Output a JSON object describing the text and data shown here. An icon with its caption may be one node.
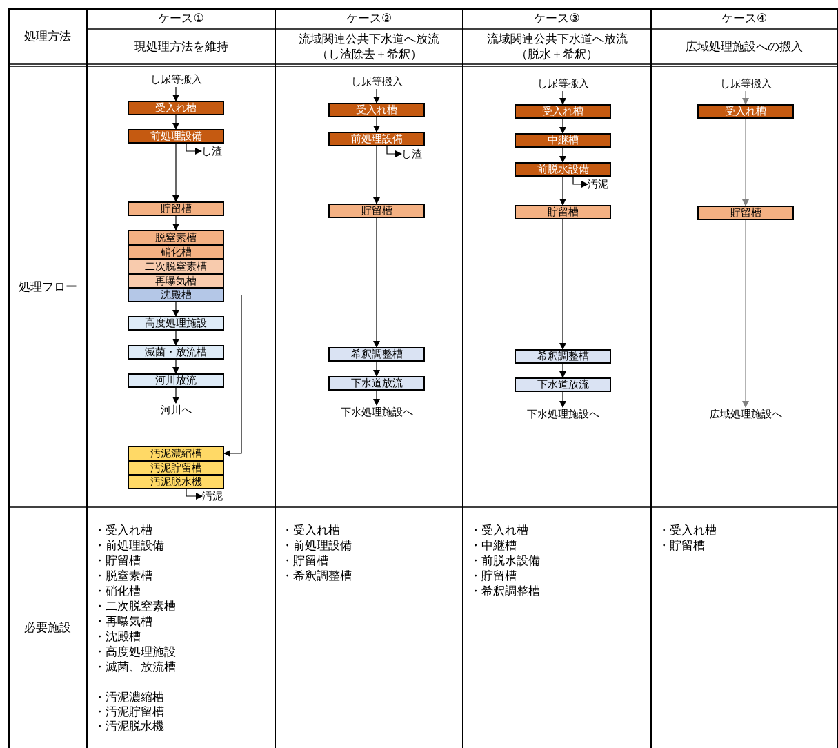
{
  "diagram": {
    "nodes": [
      {
        "text": [
          "し尿等搬入"
        ]
      },
      {
        "text": [
          "受入れ槽"
        ]
      },
      {
        "text": [
          "前処理設備"
        ]
      },
      {
        "text": [
          "し渣"
        ]
      },
      {
        "text": [
          "貯留槽"
        ]
      },
      {
        "text": [
          "脱窒素槽"
        ]
      },
      {
        "text": [
          "硝化槽"
        ]
      },
      {
        "text": [
          "二次脱窒素槽"
        ]
      },
      {
        "text": [
          "再曝気槽"
        ]
      },
      {
        "text": [
          "沈殿槽"
        ]
      },
      {
        "text": [
          "高度処理施設"
        ]
      },
      {
        "text": [
          "滅菌・放流槽"
        ]
      },
      {
        "text": [
          "河川放流"
        ]
      },
      {
        "text": [
          "河川へ"
        ]
      },
      {
        "text": [
          "汚泥濃縮槽"
        ]
      },
      {
        "text": [
          "汚泥貯留槽"
        ]
      },
      {
        "text": [
          "汚泥脱水機"
        ]
      },
      {
        "text": [
          "汚泥"
        ]
      },
      {
        "text": [
          "し尿等搬入"
        ]
      },
      {
        "text": [
          "受入れ槽"
        ]
      },
      {
        "text": [
          "前処理設備"
        ]
      },
      {
        "text": [
          "し渣"
        ]
      },
      {
        "text": [
          "貯留槽"
        ]
      },
      {
        "text": [
          "希釈調整槽"
        ]
      },
      {
        "text": [
          "下水道放流"
        ]
      },
      {
        "text": [
          "下水処理施設へ"
        ]
      },
      {
        "text": [
          "し尿等搬入"
        ]
      },
      {
        "text": [
          "受入れ槽"
        ]
      },
      {
        "text": [
          "中継槽"
        ]
      },
      {
        "text": [
          "前脱水設備"
        ]
      },
      {
        "text": [
          "汚泥"
        ]
      },
      {
        "text": [
          "貯留槽"
        ]
      },
      {
        "text": [
          "希釈調整槽"
        ]
      },
      {
        "text": [
          "下水道放流"
        ]
      },
      {
        "text": [
          "下水処理施設へ"
        ]
      },
      {
        "text": [
          "し尿等搬入"
        ]
      },
      {
        "text": [
          "受入れ槽"
        ]
      },
      {
        "text": [
          "貯留槽"
        ]
      },
      {
        "text": [
          "広域処理施設へ"
        ]
      }
    ],
    "edges": [
      {
        "from": 0,
        "to": 1,
        "arrow": "to"
      },
      {
        "from": 1,
        "to": 2,
        "arrow": "to"
      },
      {
        "from": 2,
        "to": 3,
        "arrow": "to"
      },
      {
        "from": 2,
        "to": 4,
        "arrow": "to"
      },
      {
        "from": 4,
        "to": 5,
        "arrow": "to"
      },
      {
        "from": 9,
        "to": 10,
        "arrow": "to"
      },
      {
        "from": 10,
        "to": 11,
        "arrow": "to"
      },
      {
        "from": 11,
        "to": 12,
        "arrow": "to"
      },
      {
        "from": 12,
        "to": 13,
        "arrow": "to"
      },
      {
        "from": 9,
        "to": 14,
        "arrow": "to"
      },
      {
        "from": 16,
        "to": 17,
        "arrow": "to"
      },
      {
        "from": 18,
        "to": 19,
        "arrow": "to"
      },
      {
        "from": 19,
        "to": 20,
        "arrow": "to"
      },
      {
        "from": 20,
        "to": 21,
        "arrow": "to"
      },
      {
        "from": 20,
        "to": 22,
        "arrow": "to"
      },
      {
        "from": 22,
        "to": 23,
        "arrow": "to"
      },
      {
        "from": 23,
        "to": 24,
        "arrow": "to"
      },
      {
        "from": 24,
        "to": 25,
        "arrow": "to"
      },
      {
        "from": 26,
        "to": 27,
        "arrow": "to"
      },
      {
        "from": 27,
        "to": 28,
        "arrow": "to"
      },
      {
        "from": 28,
        "to": 29,
        "arrow": "to"
      },
      {
        "from": 29,
        "to": 30,
        "arrow": "to"
      },
      {
        "from": 29,
        "to": 31,
        "arrow": "to"
      },
      {
        "from": 31,
        "to": 32,
        "arrow": "to"
      },
      {
        "from": 32,
        "to": 33,
        "arrow": "to"
      },
      {
        "from": 33,
        "to": 34,
        "arrow": "to"
      },
      {
        "from": 35,
        "to": 36,
        "arrow": "to",
        "color": "#808080"
      },
      {
        "from": 36,
        "to": 37,
        "arrow": "to",
        "color": "#808080"
      },
      {
        "from": 37,
        "to": 38,
        "arrow": "to",
        "color": "#808080"
      }
    ],
    "labels": [
      "処理方法",
      "ケース①",
      "ケース②",
      "ケース③",
      "ケース④",
      "現処理方法を維持",
      "流域関連公共下水道へ放流（し渣除去＋希釈）",
      "流域関連公共下水道へ放流（脱水＋希釈）",
      "広域処理施設への搬入",
      "処理フロー",
      "必要施設",
      "・受入れ槽",
      "・前処理設備",
      "・貯留槽",
      "・脱窒素槽",
      "・硝化槽",
      "・二次脱窒素槽",
      "・再曝気槽",
      "・沈殿槽",
      "・高度処理施設",
      "・滅菌、放流槽",
      "・汚泥濃縮槽",
      "・汚泥貯留槽",
      "・汚泥脱水機",
      "・受入れ槽",
      "・前処理設備",
      "・貯留槽",
      "・希釈調整槽",
      "・受入れ槽",
      "・中継槽",
      "・前脱水設備",
      "・貯留槽",
      "・希釈調整槽",
      "・受入れ槽",
      "・貯留槽"
    ]
  }
}
